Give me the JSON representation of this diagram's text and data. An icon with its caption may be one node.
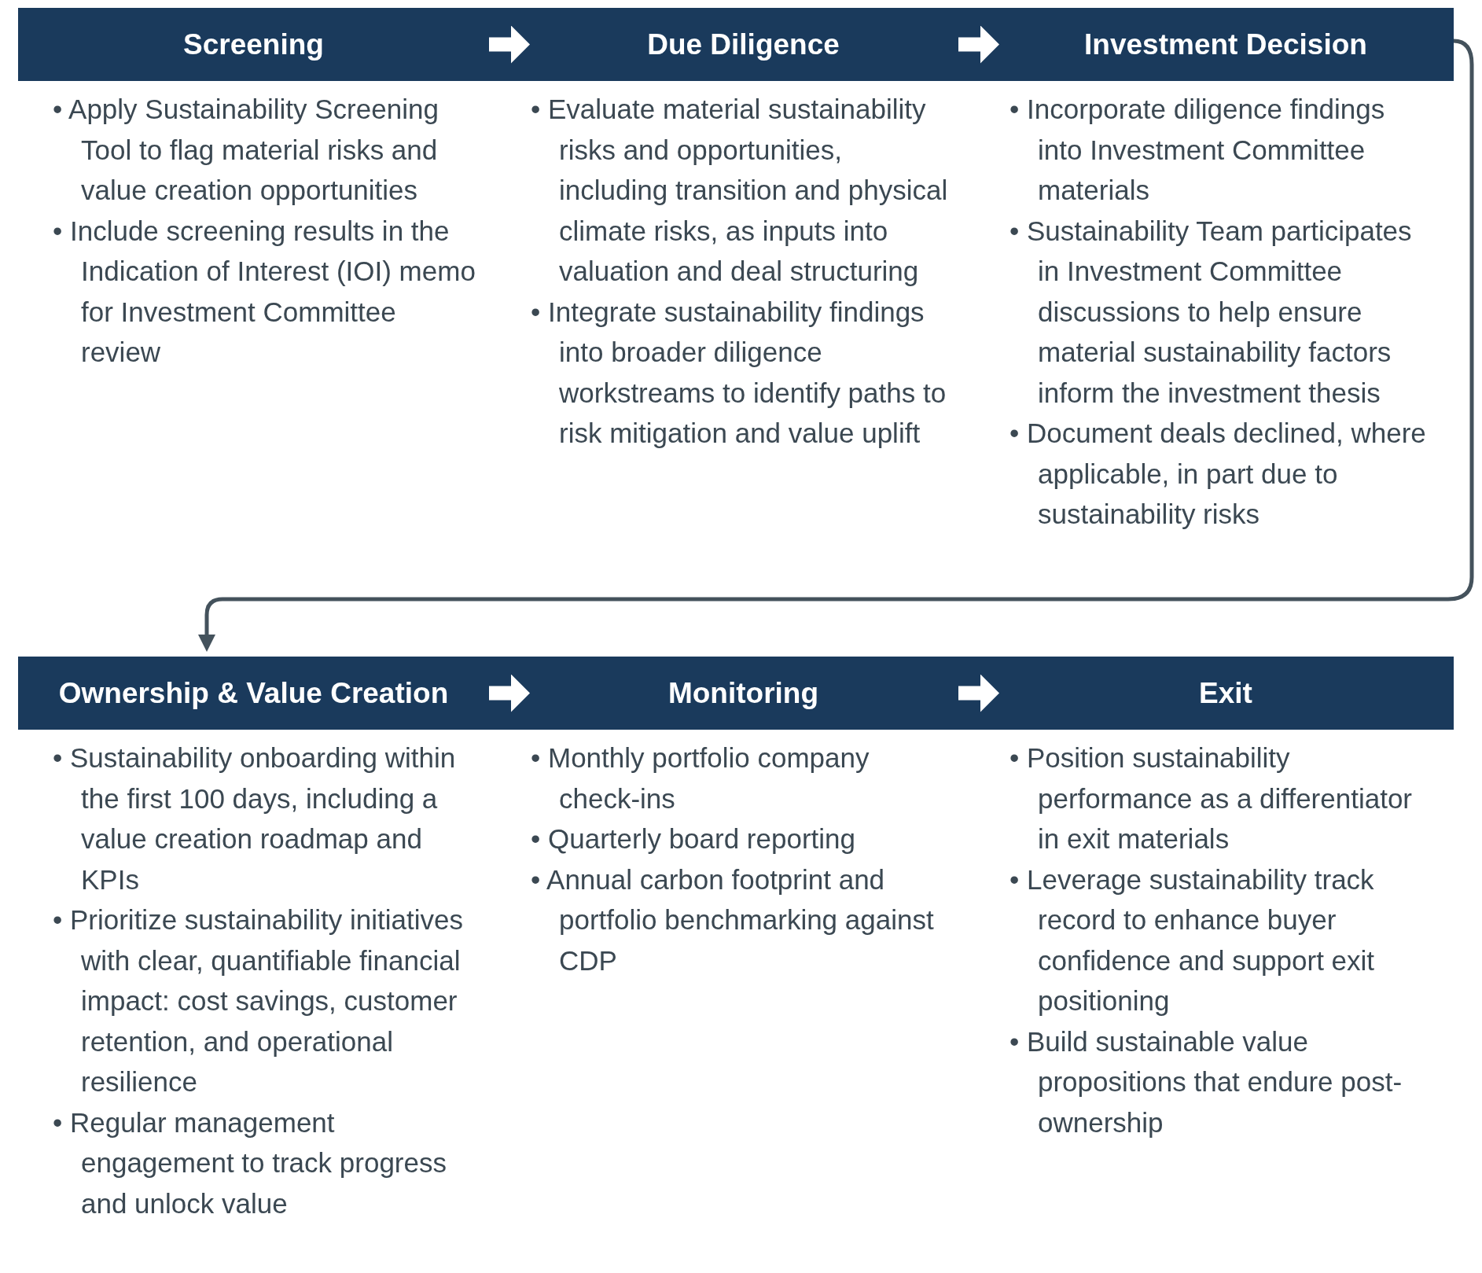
{
  "diagram": {
    "nodes": [
      {
        "text": [
          "Screening",
          "• Apply Sustainability Screening Tool to flag material risks and value creation opportunities",
          "• Include screening results in the Indication of Interest (IOI) memo for Investment Committee review"
        ]
      },
      {
        "text": [
          "Due Diligence",
          "• Evaluate material sustainability risks and opportunities, including transition and physical climate risks, as inputs into valuation and deal structuring",
          "• Integrate sustainability findings into broader diligence workstreams to identify paths to risk mitigation and value uplift"
        ]
      },
      {
        "text": [
          "Investment Decision",
          "• Incorporate diligence findings into Investment Committee materials",
          "• Sustainability Team participates in Investment Committee discussions to help ensure material sustainability factors inform the investment thesis",
          "• Document deals declined, where applicable, in part due to sustainability risks"
        ]
      },
      {
        "text": [
          "Ownership & Value Creation",
          "• Sustainability onboarding within the first 100 days, including a value creation roadmap and KPIs",
          "• Prioritize sustainability initiatives with clear, quantifiable financial impact: cost savings, customer retention, and operational resilience",
          "• Regular management engagement to track progress and unlock value"
        ]
      },
      {
        "text": [
          "Monitoring",
          "• Monthly portfolio company check-ins",
          "• Quarterly board reporting",
          "• Annual carbon footprint and portfolio benchmarking against CDP"
        ]
      },
      {
        "text": [
          "Exit",
          "• Position sustainability performance as a differentiator in exit materials",
          "• Leverage sustainability track record to enhance buyer confidence and support exit positioning",
          "• Build sustainable value propositions that endure post-ownership"
        ]
      }
    ],
    "edges": [
      {
        "from": 0,
        "to": 1,
        "arrow": "to"
      },
      {
        "from": 1,
        "to": 2,
        "arrow": "to"
      },
      {
        "from": 2,
        "to": 3,
        "arrow": "to",
        "color": "#44525c"
      },
      {
        "from": 3,
        "to": 4,
        "arrow": "to"
      },
      {
        "from": 4,
        "to": 5,
        "arrow": "to"
      }
    ]
  }
}
